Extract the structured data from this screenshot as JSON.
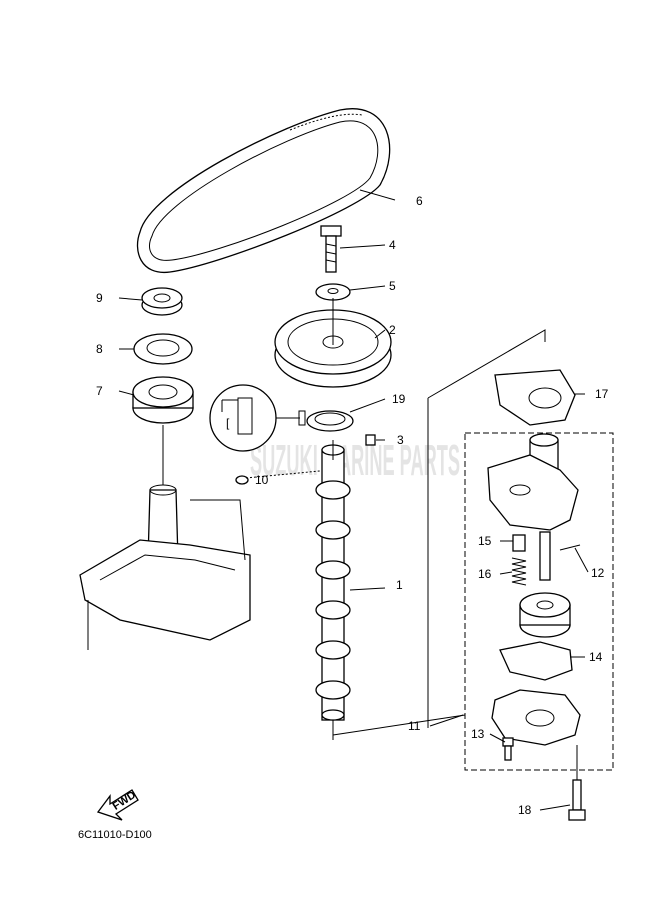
{
  "diagram": {
    "code": "6C11010-D100",
    "fwd_label": "FWD",
    "watermark": "SUZUKI MARINE PARTS",
    "callouts": [
      {
        "id": "1",
        "label": "1"
      },
      {
        "id": "2",
        "label": "2"
      },
      {
        "id": "3",
        "label": "3"
      },
      {
        "id": "4",
        "label": "4"
      },
      {
        "id": "5",
        "label": "5"
      },
      {
        "id": "6",
        "label": "6"
      },
      {
        "id": "7",
        "label": "7"
      },
      {
        "id": "8",
        "label": "8"
      },
      {
        "id": "9",
        "label": "9"
      },
      {
        "id": "10",
        "label": "10"
      },
      {
        "id": "11",
        "label": "11"
      },
      {
        "id": "12",
        "label": "12"
      },
      {
        "id": "13",
        "label": "13"
      },
      {
        "id": "14",
        "label": "14"
      },
      {
        "id": "15",
        "label": "15"
      },
      {
        "id": "16",
        "label": "16"
      },
      {
        "id": "17",
        "label": "17"
      },
      {
        "id": "18",
        "label": "18"
      },
      {
        "id": "19",
        "label": "19"
      }
    ]
  }
}
